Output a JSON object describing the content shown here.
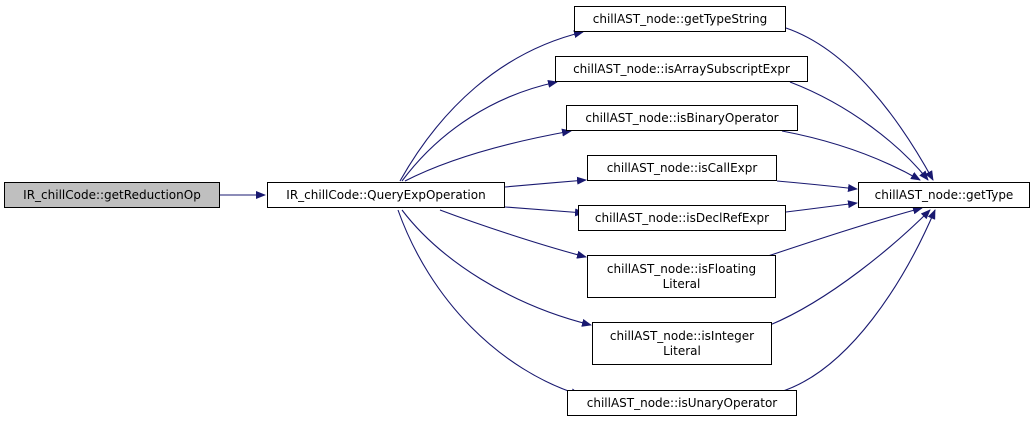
{
  "colors": {
    "edge": "#191970",
    "node_border": "#000000",
    "current_fill": "#bfbfbf",
    "node_fill": "#ffffff"
  },
  "nodes": {
    "getReductionOp": {
      "lines": [
        "IR_chillCode::getReductionOp"
      ]
    },
    "queryExpOperation": {
      "lines": [
        "IR_chillCode::QueryExpOperation"
      ]
    },
    "getTypeString": {
      "lines": [
        "chillAST_node::getTypeString"
      ]
    },
    "isArraySubscriptExpr": {
      "lines": [
        "chillAST_node::isArraySubscriptExpr"
      ]
    },
    "isBinaryOperator": {
      "lines": [
        "chillAST_node::isBinaryOperator"
      ]
    },
    "isCallExpr": {
      "lines": [
        "chillAST_node::isCallExpr"
      ]
    },
    "isDeclRefExpr": {
      "lines": [
        "chillAST_node::isDeclRefExpr"
      ]
    },
    "isFloatingLiteral": {
      "lines": [
        "chillAST_node::isFloating",
        "Literal"
      ]
    },
    "isIntegerLiteral": {
      "lines": [
        "chillAST_node::isInteger",
        "Literal"
      ]
    },
    "isUnaryOperator": {
      "lines": [
        "chillAST_node::isUnaryOperator"
      ]
    },
    "getType": {
      "lines": [
        "chillAST_node::getType"
      ]
    }
  }
}
